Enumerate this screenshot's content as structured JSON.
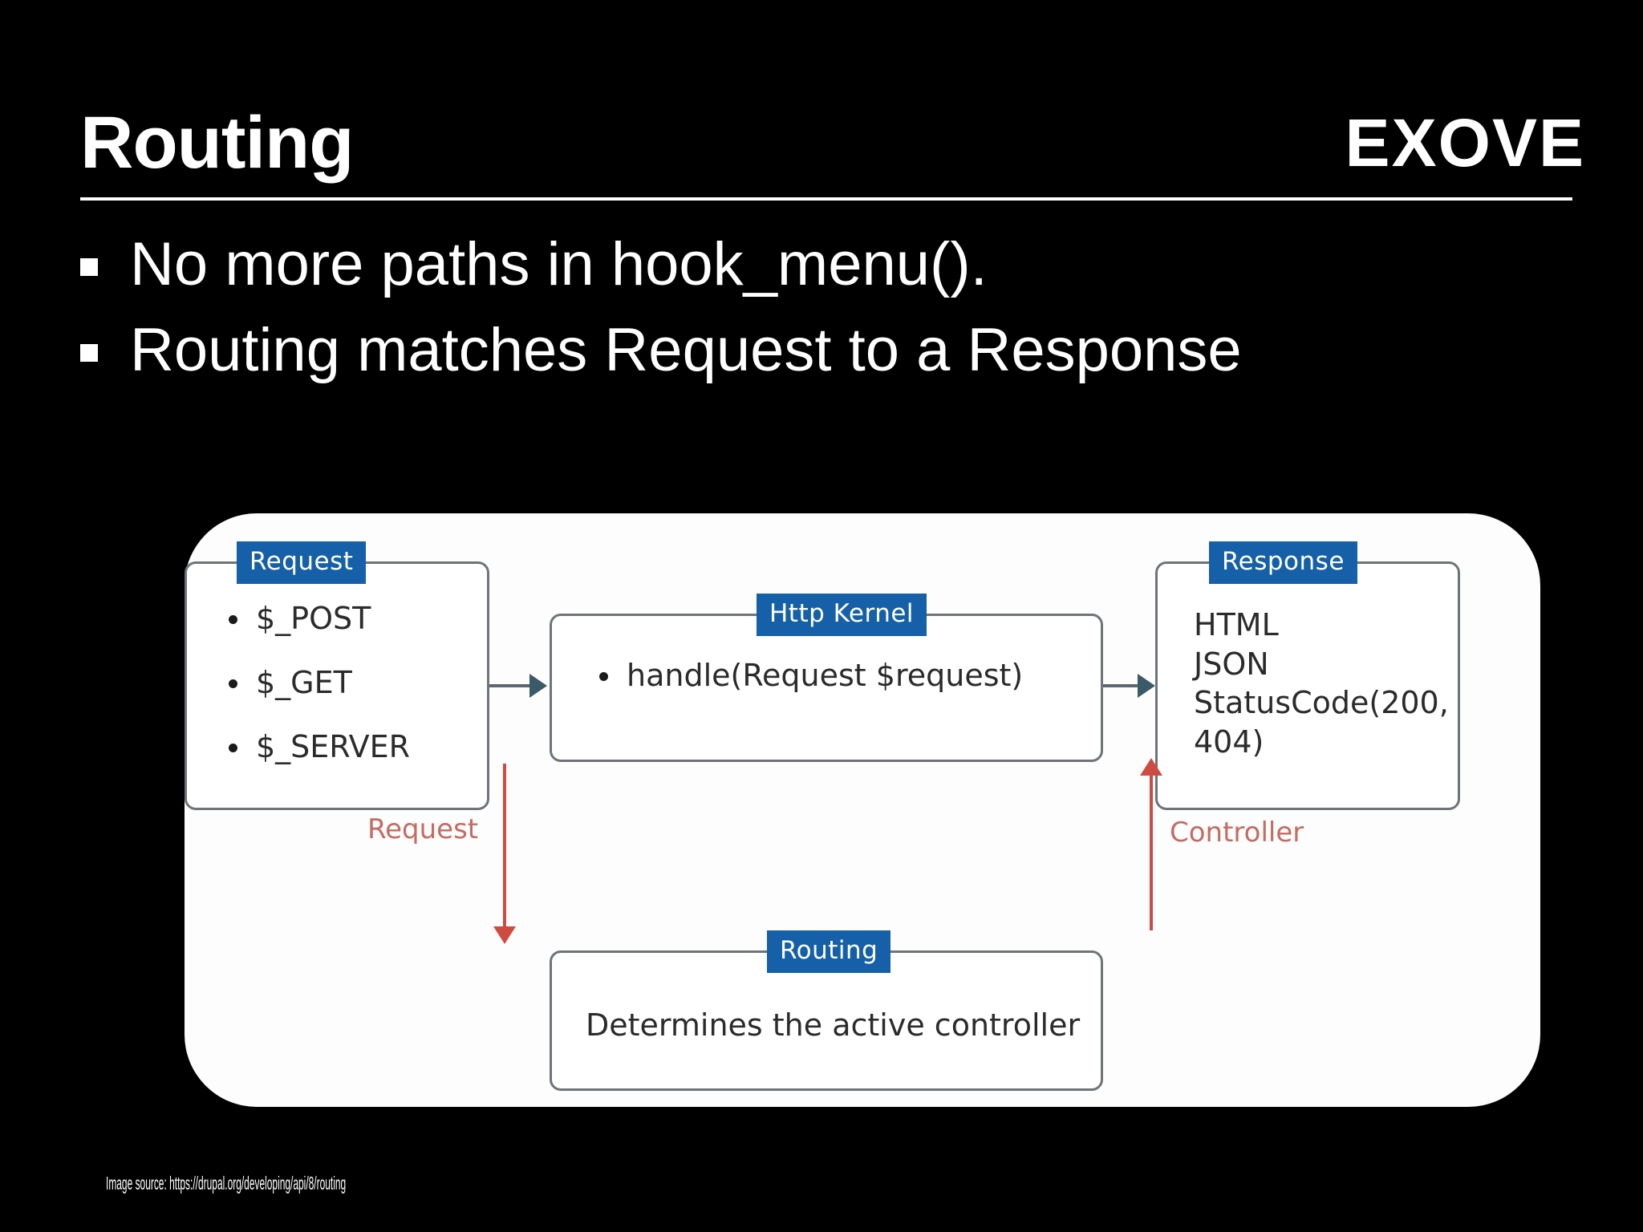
{
  "slide": {
    "title": "Routing",
    "brand": "EXOVE",
    "bullets": [
      "No more paths in hook_menu().",
      "Routing matches Request to a Response"
    ],
    "source_note": "Image source: https://drupal.org/developing/api/8/routing"
  },
  "diagram": {
    "request_box": {
      "label": "Request",
      "items": [
        "$_POST",
        "$_GET",
        "$_SERVER"
      ]
    },
    "kernel_box": {
      "label": "Http Kernel",
      "items": [
        "handle(Request $request)"
      ]
    },
    "response_box": {
      "label": "Response",
      "lines": "HTML\nJSON\nStatusCode(200,\n404)"
    },
    "routing_box": {
      "label": "Routing",
      "text": "Determines the active controller"
    },
    "edge_labels": {
      "request": "Request",
      "controller": "Controller"
    },
    "colors": {
      "badge_blue": "#1560a8",
      "box_border": "#6e7479",
      "arrow_gray": "#3b5a68",
      "arrow_red": "#cf4b42",
      "panel_bg": "#fdfdfd",
      "slide_bg": "#000000"
    }
  }
}
